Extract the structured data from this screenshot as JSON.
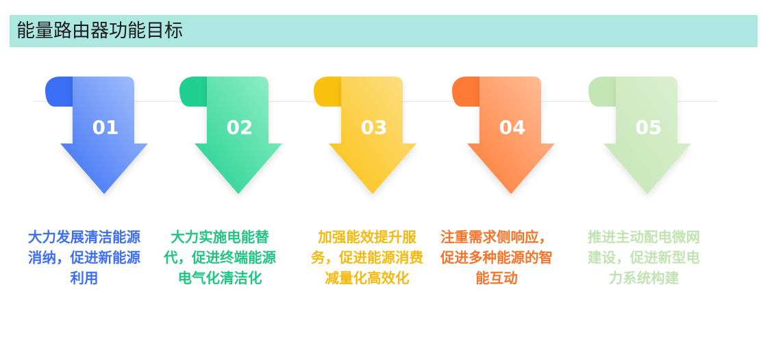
{
  "header": {
    "title": "能量路由器功能目标"
  },
  "steps": [
    {
      "number": "01",
      "text": "大力发展清洁能源消纳，促进新能源利用",
      "text_color": "#3e6ff0",
      "color_dark": "#3a6ef5",
      "color_light": "#a6c2fb"
    },
    {
      "number": "02",
      "text": "大力实施电能替代，促进终端能源电气化清洁化",
      "text_color": "#22c483",
      "color_dark": "#1fd090",
      "color_light": "#96efca"
    },
    {
      "number": "03",
      "text": "加强能效提升服务，促进能源消费减量化高效化",
      "text_color": "#f5b90d",
      "color_dark": "#fbc10f",
      "color_light": "#fde08a"
    },
    {
      "number": "04",
      "text": "注重需求侧响应，促进多种能源的智能互动",
      "text_color": "#f3742a",
      "color_dark": "#ff7a34",
      "color_light": "#ffc09c"
    },
    {
      "number": "05",
      "text": "推进主动配电微网建设，促进新型电力系统构建",
      "text_color": "#c1e3b1",
      "color_dark": "#c4e5b5",
      "color_light": "#dcf0d0"
    }
  ]
}
